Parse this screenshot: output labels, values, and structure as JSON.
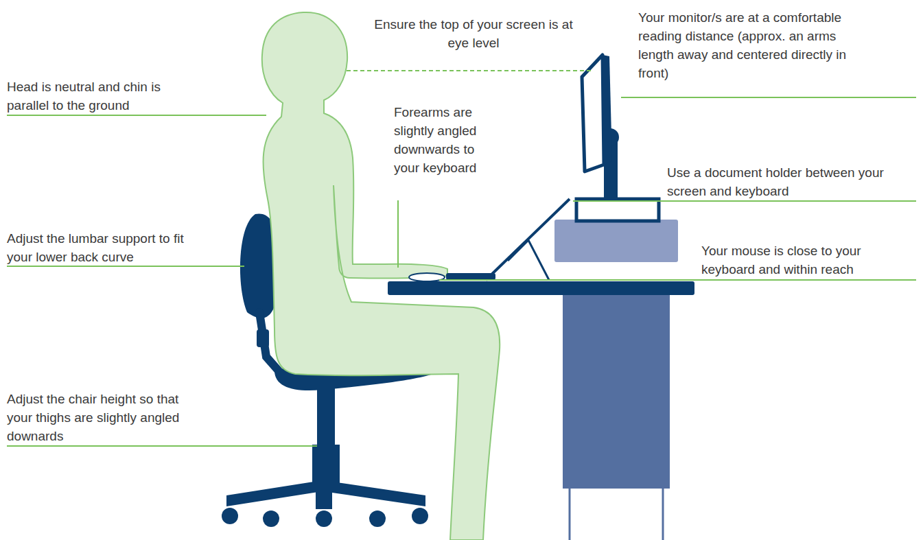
{
  "diagram": {
    "labels": [
      "Ensure the top of your screen is at eye level",
      "Your monitor/s are at a comfortable reading distance (approx. an arms length away and centered directly in front)",
      "Head is neutral and chin is parallel to the ground",
      "Forearms are slightly angled downwards to your keyboard",
      "Use a document holder between your screen and keyboard",
      "Adjust the lumbar support to fit your lower back curve",
      "Your mouse is close to your keyboard and within reach",
      "Adjust the chair height so that your thighs are slightly angled downards"
    ]
  }
}
